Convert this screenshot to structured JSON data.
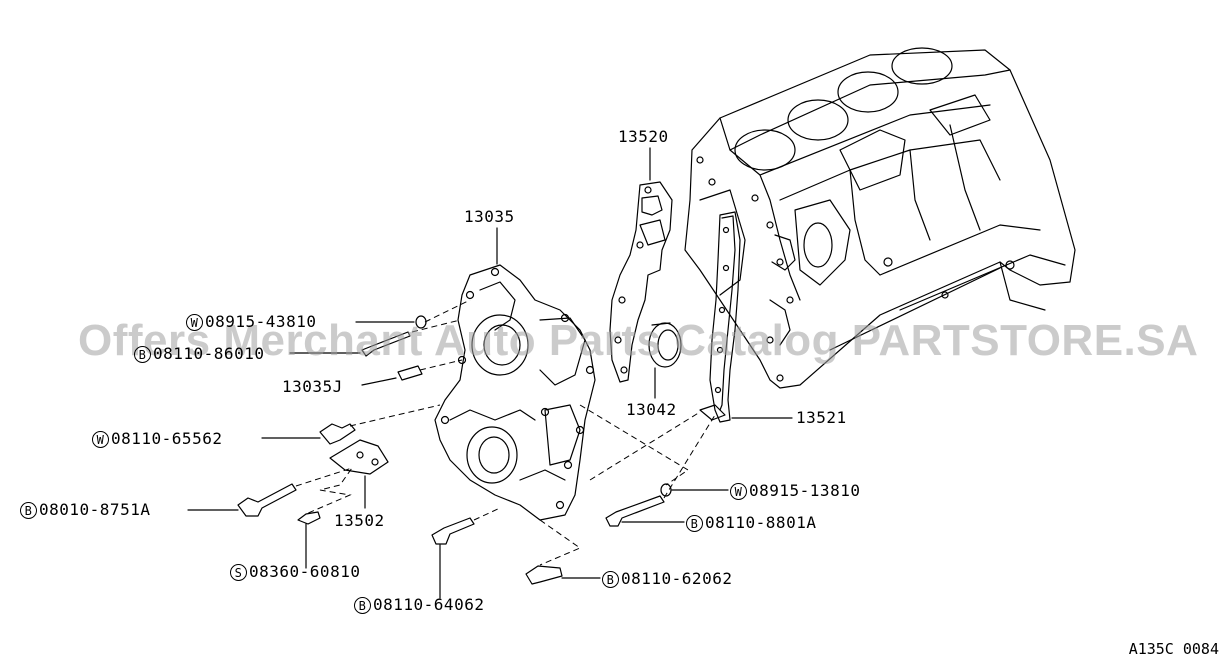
{
  "diagram": {
    "code": "A135C 0084",
    "watermark": "Offers Merchant Auto Parts Catalog PARTSTORE.SA",
    "parts": {
      "p13520": "13520",
      "p13035": "13035",
      "p13035J": "13035J",
      "p13042": "13042",
      "p13521": "13521",
      "p13502": "13502"
    },
    "fasteners": [
      {
        "symbol": "W",
        "number": "08915-43810"
      },
      {
        "symbol": "B",
        "number": "08110-86010"
      },
      {
        "symbol": "W",
        "number": "08110-65562"
      },
      {
        "symbol": "B",
        "number": "08010-8751A"
      },
      {
        "symbol": "S",
        "number": "08360-60810"
      },
      {
        "symbol": "B",
        "number": "08110-64062"
      },
      {
        "symbol": "W",
        "number": "08915-13810"
      },
      {
        "symbol": "B",
        "number": "08110-8801A"
      },
      {
        "symbol": "B",
        "number": "08110-62062"
      }
    ]
  }
}
